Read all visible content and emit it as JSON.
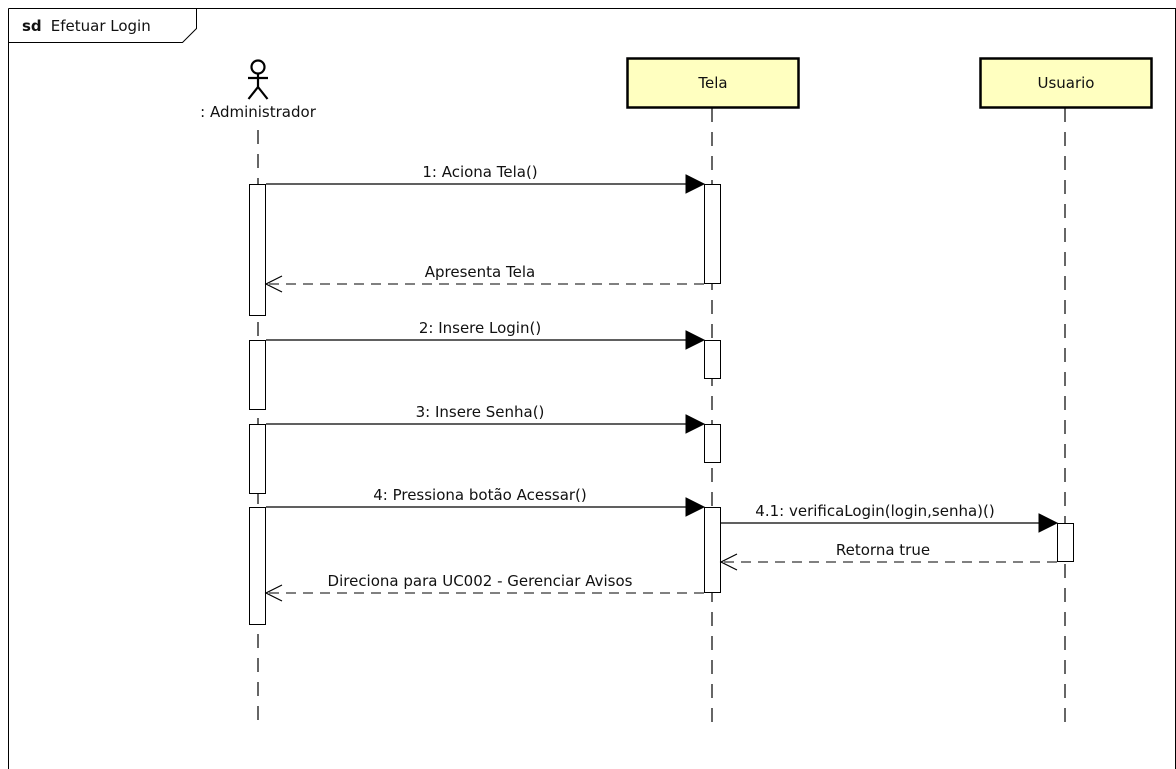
{
  "frame": {
    "keyword": "sd",
    "name": "Efetuar Login"
  },
  "participants": [
    {
      "id": "admin",
      "label": ": Administrador",
      "kind": "actor"
    },
    {
      "id": "tela",
      "label": "Tela",
      "kind": "object",
      "fill": "#ffffc0"
    },
    {
      "id": "usuario",
      "label": "Usuario",
      "kind": "object",
      "fill": "#ffffc0"
    }
  ],
  "messages": [
    {
      "label": "1: Aciona Tela()",
      "kind": "sync",
      "from": "admin",
      "to": "tela"
    },
    {
      "label": "Apresenta Tela",
      "kind": "return",
      "from": "tela",
      "to": "admin"
    },
    {
      "label": "2: Insere Login()",
      "kind": "sync",
      "from": "admin",
      "to": "tela"
    },
    {
      "label": "3: Insere Senha()",
      "kind": "sync",
      "from": "admin",
      "to": "tela"
    },
    {
      "label": "4: Pressiona botão Acessar()",
      "kind": "sync",
      "from": "admin",
      "to": "tela"
    },
    {
      "label": "4.1: verificaLogin(login,senha)()",
      "kind": "sync",
      "from": "tela",
      "to": "usuario"
    },
    {
      "label": "Retorna true",
      "kind": "return",
      "from": "usuario",
      "to": "tela"
    },
    {
      "label": "Direciona para UC002 - Gerenciar Avisos",
      "kind": "return",
      "from": "tela",
      "to": "admin"
    }
  ],
  "icons": {
    "actor": "stick-figure-icon"
  }
}
